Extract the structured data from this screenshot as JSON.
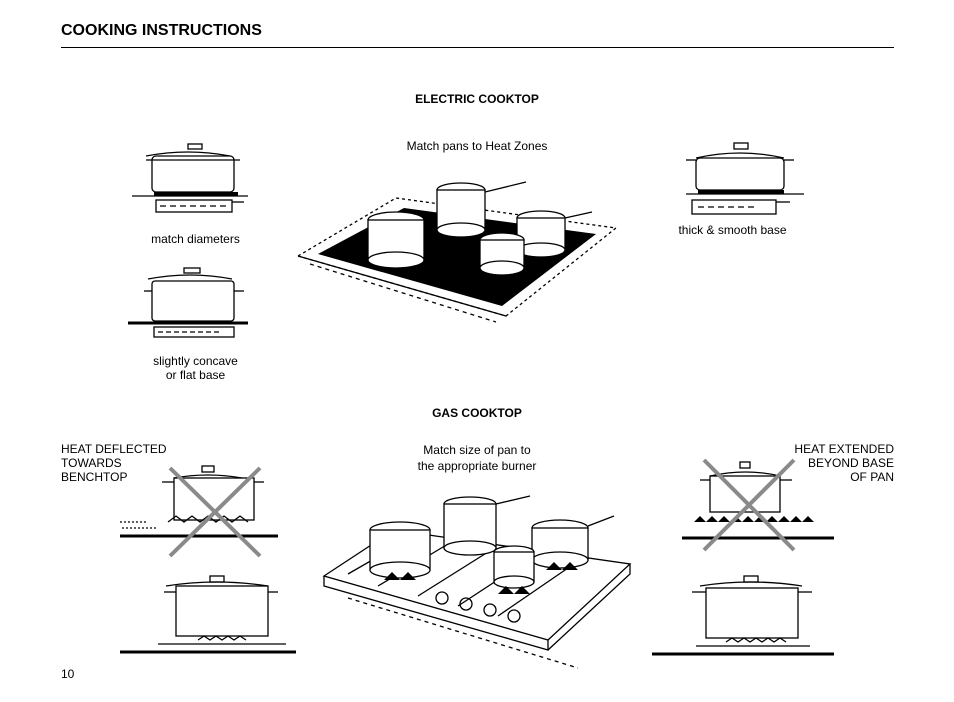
{
  "header": {
    "title": "COOKING INSTRUCTIONS"
  },
  "electric": {
    "heading": "ELECTRIC COOKTOP",
    "subtitle": "Match pans to Heat Zones",
    "left_top_caption": "match diameters",
    "left_bottom_caption_line1": "slightly concave",
    "left_bottom_caption_line2": "or flat base",
    "right_caption": "thick & smooth base"
  },
  "gas": {
    "heading": "GAS COOKTOP",
    "subtitle_line1": "Match size of pan to",
    "subtitle_line2": "the appropriate burner",
    "left_note_line1": "HEAT DEFLECTED",
    "left_note_line2": "TOWARDS",
    "left_note_line3": "BENCHTOP",
    "right_note_line1": "HEAT EXTENDED",
    "right_note_line2": "BEYOND BASE",
    "right_note_line3": "OF PAN"
  },
  "footer": {
    "page_number": "10"
  }
}
